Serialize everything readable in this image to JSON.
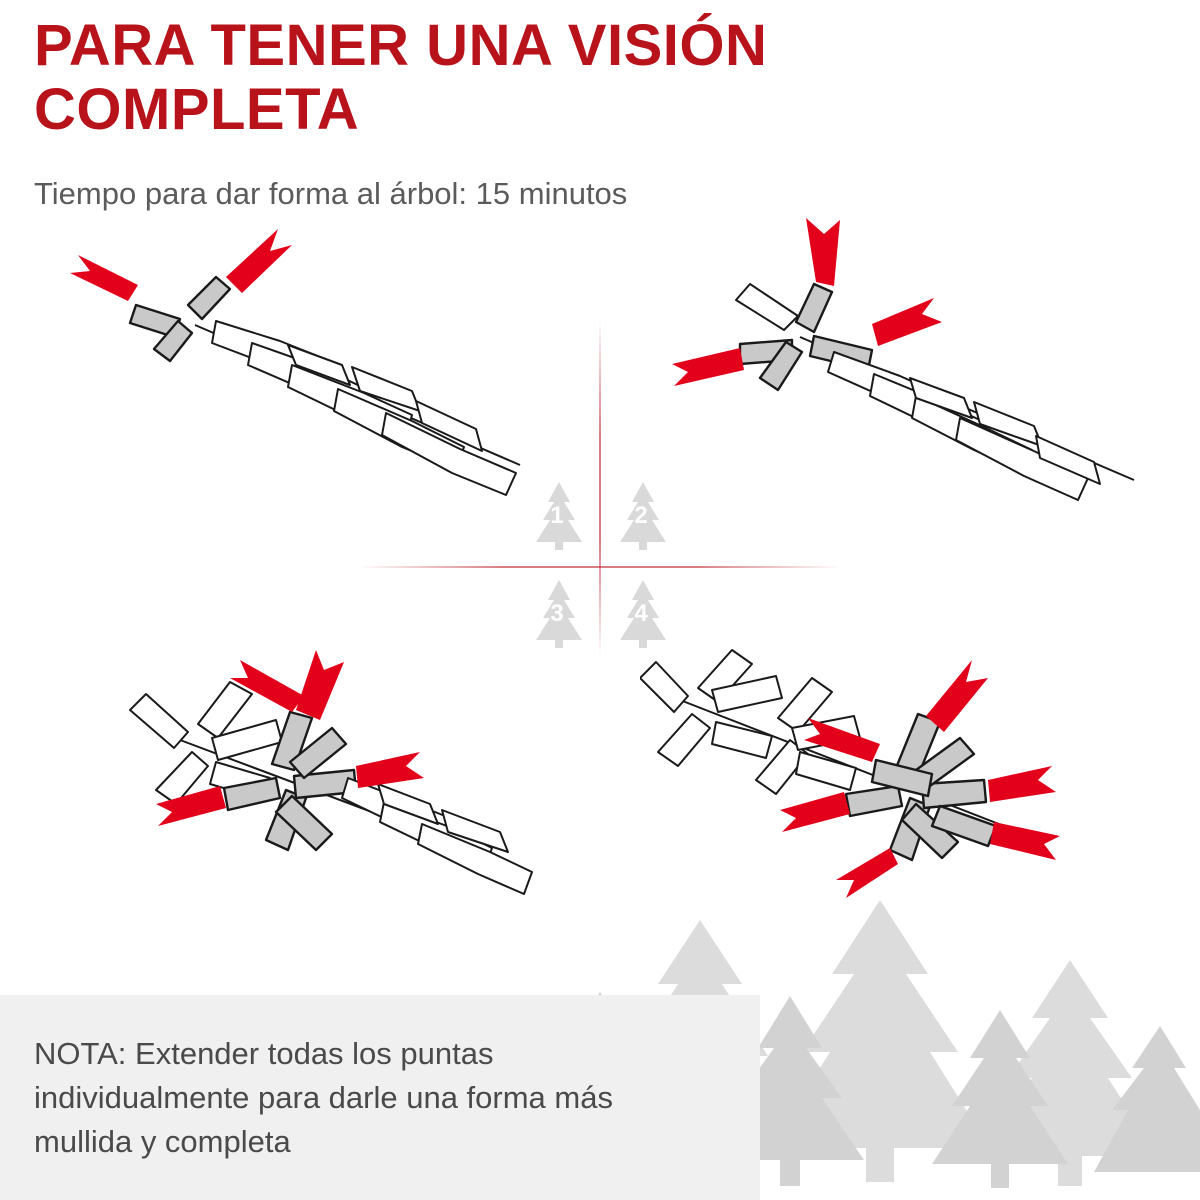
{
  "header": {
    "title": "PARA TENER UNA VISIÓN COMPLETA",
    "subtitle": "Tiempo para dar forma al árbol: 15 minutos"
  },
  "colors": {
    "accent_red": "#b8121b",
    "arrow_red": "#e3001b",
    "text_gray": "#5b5b5b",
    "note_band": "#f0f0f0",
    "branch_gray": "#c9c9c9",
    "outline_black": "#1a1a1a",
    "bg_tree_gray": "#d9d9d9"
  },
  "quadrants": [
    {
      "number": "1",
      "name": "step-1",
      "branches_shaped": 1
    },
    {
      "number": "2",
      "name": "step-2",
      "branches_shaped": 2
    },
    {
      "number": "3",
      "name": "step-3",
      "branches_shaped": 3
    },
    {
      "number": "4",
      "name": "step-4",
      "branches_shaped": 4
    }
  ],
  "note": {
    "text": "NOTA: Extender todas los puntas individualmente para darle una forma más mullida y completa"
  },
  "icons": {
    "tree": "pine-tree-icon",
    "arrow": "arrow-icon"
  }
}
